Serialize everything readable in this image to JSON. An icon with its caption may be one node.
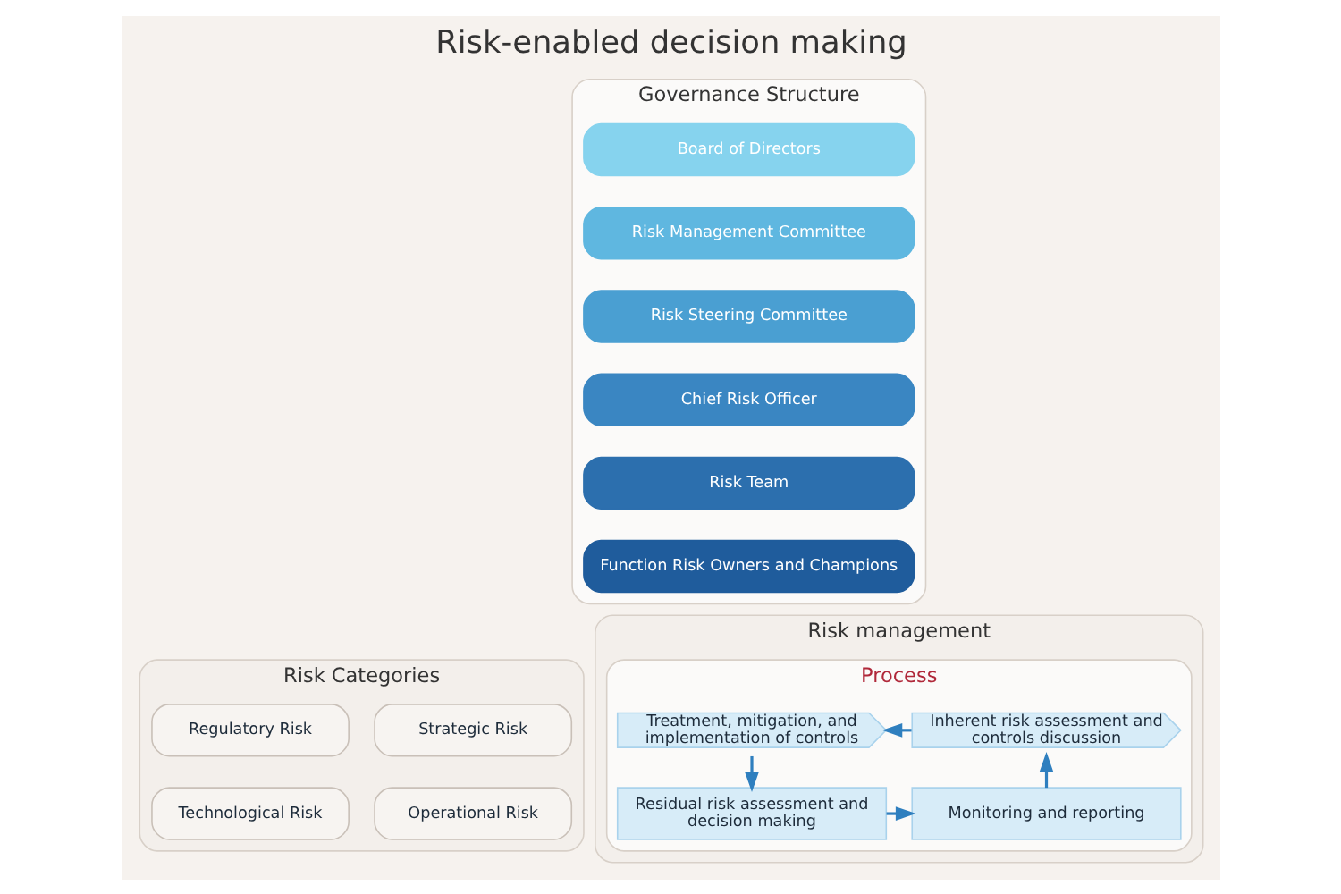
{
  "diagram": {
    "title": "Risk-enabled decision making",
    "nodes": [
      {
        "text": [
          "Governance Structure"
        ]
      },
      {
        "text": [
          "Board of Directors"
        ],
        "in": 0
      },
      {
        "text": [
          "Risk Management Committee"
        ],
        "in": 0
      },
      {
        "text": [
          "Risk Steering Committee"
        ],
        "in": 0
      },
      {
        "text": [
          "Chief Risk Officer"
        ],
        "in": 0
      },
      {
        "text": [
          "Risk Team"
        ],
        "in": 0
      },
      {
        "text": [
          "Function Risk Owners and Champions"
        ],
        "in": 0
      },
      {
        "text": [
          "Risk Categories"
        ]
      },
      {
        "text": [
          "Strategic Risk"
        ],
        "in": 7
      },
      {
        "text": [
          "Regulatory Risk"
        ],
        "in": 7
      },
      {
        "text": [
          "Operational Risk"
        ],
        "in": 7
      },
      {
        "text": [
          "Technological Risk"
        ],
        "in": 7
      },
      {
        "text": [
          "Risk management"
        ]
      },
      {
        "text": [
          "Process"
        ],
        "in": 12
      },
      {
        "text": [
          "Inherent risk assessment and controls discussion"
        ],
        "in": 13
      },
      {
        "text": [
          "Treatment, mitigation, and implementation of controls"
        ],
        "in": 13
      },
      {
        "text": [
          "Monitoring and reporting"
        ],
        "in": 13
      },
      {
        "text": [
          "Residual risk assessment and decision making"
        ],
        "in": 13
      }
    ],
    "edges": [
      {
        "from": 14,
        "to": 15,
        "arrow": "to"
      },
      {
        "from": 15,
        "to": 17,
        "arrow": "to"
      },
      {
        "from": 17,
        "to": 16,
        "arrow": "to"
      },
      {
        "from": 16,
        "to": 14,
        "arrow": "to"
      }
    ]
  }
}
